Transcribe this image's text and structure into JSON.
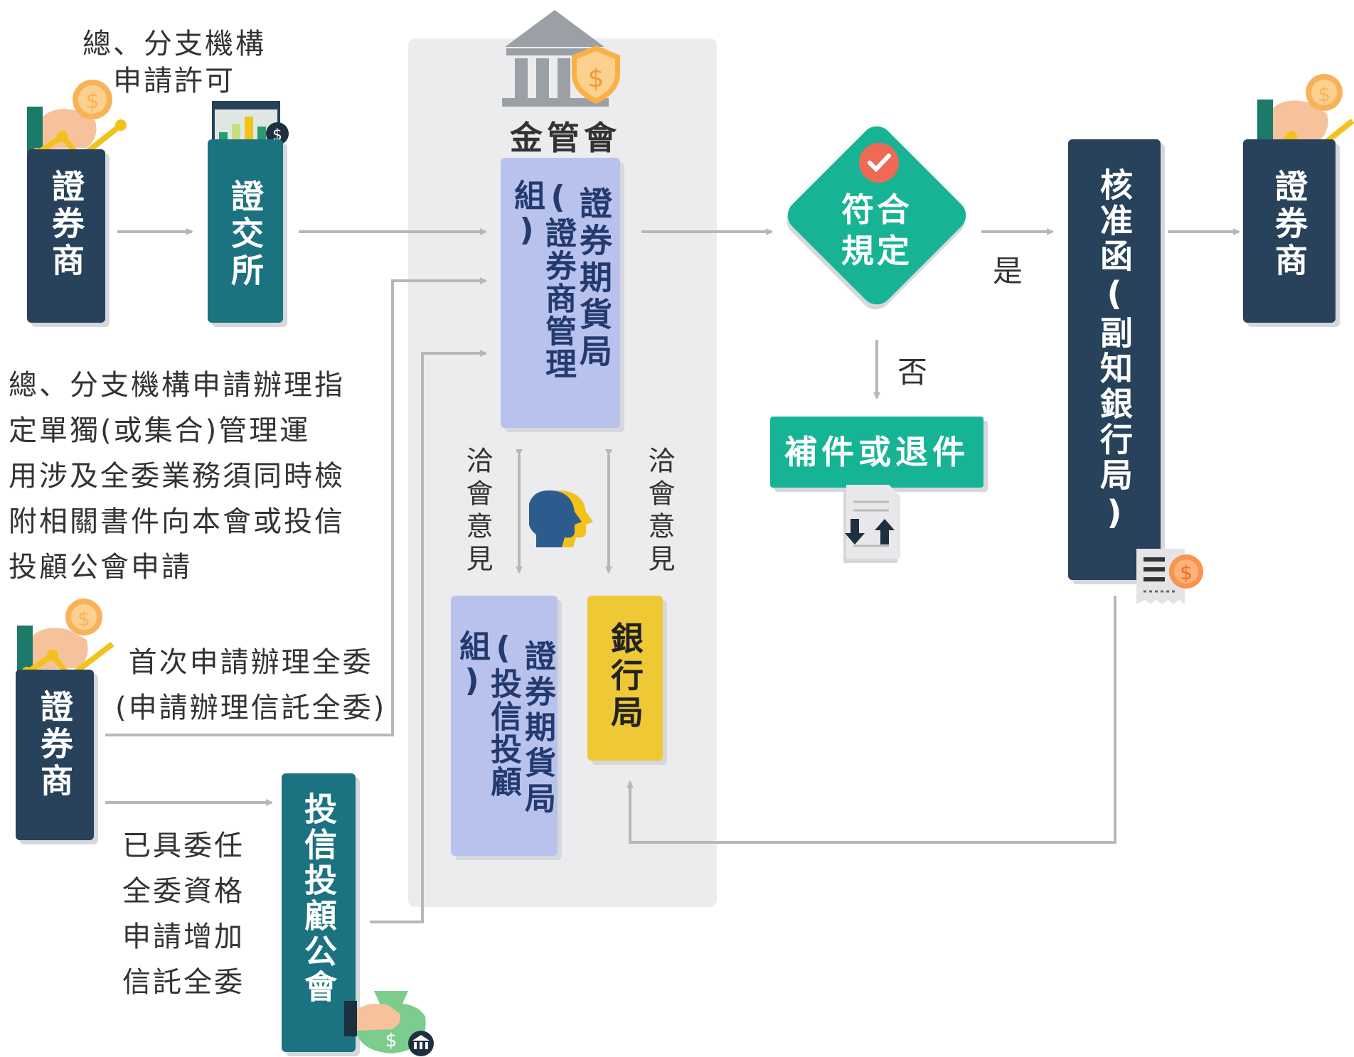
{
  "colors": {
    "navy": "#27425a",
    "teal": "#1b7280",
    "lavender": "#b8c2ec",
    "yellow": "#eec835",
    "green": "#16b495",
    "arrow": "#b7b7b7",
    "panel": "#ececee"
  },
  "labels": {
    "top_apply": "總、分支機構\n申請許可",
    "broker_1": "證券商",
    "exchange": "證交所",
    "fsc_title": "金管會",
    "sfb_broker_main": "證券期貨局",
    "sfb_broker_sub": "(證券商管理組)",
    "sfb_itm_main": "證券期貨局",
    "sfb_itm_sub": "(投信投顧組)",
    "bank_bureau": "銀行局",
    "consult_left": "洽會意見",
    "consult_right": "洽會意見",
    "decision": "符合\n規定",
    "yes": "是",
    "no": "否",
    "reject": "補件或退件",
    "approval": "核准函(副知銀行局)",
    "broker_result": "證券商",
    "left_note": "總、分支機構申請辦理指\n定單獨(或集合)管理運\n用涉及全委業務須同時檢\n附相關書件向本會或投信\n投顧公會申請",
    "broker_2": "證券商",
    "first_apply": "首次申請辦理全委\n(申請辦理信託全委)",
    "already_qualified": "已具委任\n全委資格\n申請增加\n信託全委",
    "sitca": "投信投顧公會"
  },
  "icons": [
    "hand-coin-chart-icon",
    "exchange-chart-icon",
    "bank-shield-icon",
    "heads-discussion-icon",
    "check-badge-icon",
    "document-transfer-icon",
    "receipt-coin-icon",
    "money-bag-bank-icon"
  ]
}
